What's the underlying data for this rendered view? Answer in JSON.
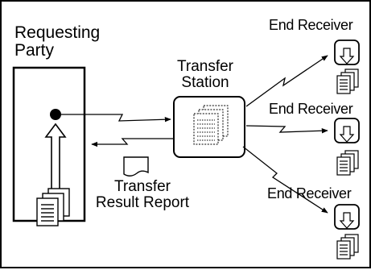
{
  "requesting_party": {
    "label_line1": "Requesting",
    "label_line2": "Party"
  },
  "transfer_station": {
    "label_line1": "Transfer",
    "label_line2": "Station"
  },
  "result_report": {
    "label_line1": "Transfer",
    "label_line2": "Result Report"
  },
  "receivers": [
    {
      "label": "End Receiver"
    },
    {
      "label": "End Receiver"
    },
    {
      "label": "End Receiver"
    }
  ],
  "colors": {
    "ink": "#000000",
    "background": "#ffffff"
  },
  "icons": [
    "document-stack-icon",
    "fax-machine-icon",
    "report-sheet-icon",
    "lightning-arrow-icon"
  ]
}
